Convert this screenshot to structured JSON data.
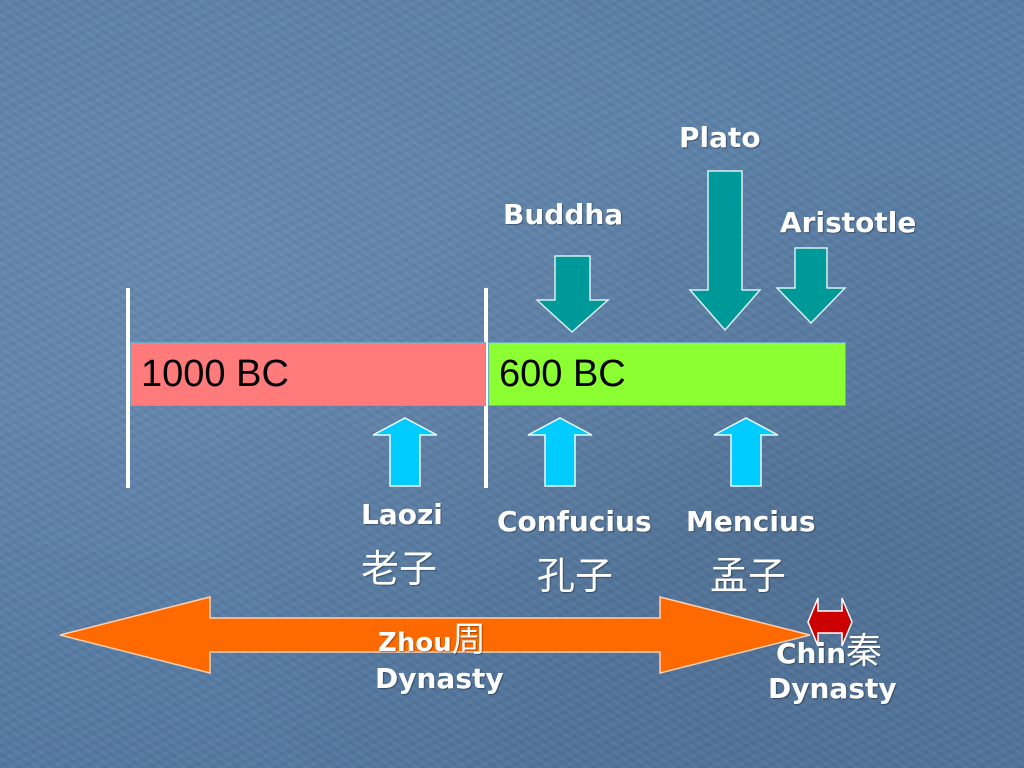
{
  "timeline": {
    "segments": [
      {
        "label": "1000 BC",
        "color": "#ff7a7a"
      },
      {
        "label": "600 BC",
        "color": "#8cff33"
      }
    ]
  },
  "philosophers": {
    "above": [
      {
        "name": "Buddha"
      },
      {
        "name": "Plato"
      },
      {
        "name": "Aristotle"
      }
    ],
    "below": [
      {
        "name": "Laozi",
        "chinese": "老子"
      },
      {
        "name": "Confucius",
        "chinese": "孔子"
      },
      {
        "name": "Mencius",
        "chinese": "孟子"
      }
    ]
  },
  "dynasties": {
    "zhou": {
      "name": "Zhou",
      "chinese": "周",
      "line2": "Dynasty",
      "color": "#ff6a00"
    },
    "chin": {
      "name": "Chin",
      "chinese": "秦",
      "line2": "Dynasty",
      "color": "#cc0000"
    }
  },
  "colors": {
    "down_arrow": "#00999a",
    "up_arrow": "#00ccff",
    "divider": "#ffffff"
  },
  "icons": [
    "down-arrow-icon",
    "up-arrow-icon",
    "double-arrow-icon"
  ]
}
